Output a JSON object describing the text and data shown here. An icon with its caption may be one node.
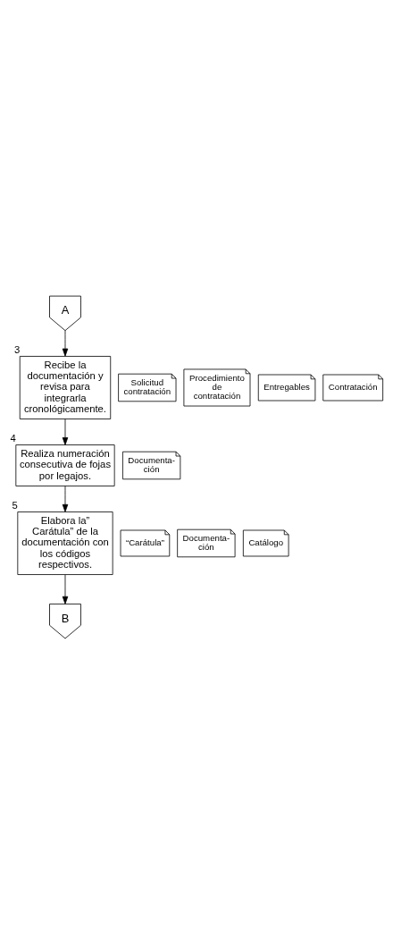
{
  "diagram": {
    "nodes": [
      {
        "text": [
          "A"
        ]
      },
      {
        "text": [
          "Recibe la documentación y revisa para integrarla cronológicamente."
        ],
        "beside": [
          "3"
        ]
      },
      {
        "text": [
          "Solicitud contratación"
        ]
      },
      {
        "text": [
          "Procedimiento de contratación"
        ]
      },
      {
        "text": [
          "Entregables"
        ]
      },
      {
        "text": [
          "Contratación"
        ]
      },
      {
        "text": [
          "Realiza numeración consecutiva de fojas por legajos."
        ],
        "beside": [
          "4"
        ]
      },
      {
        "text": [
          "Documenta- ción"
        ]
      },
      {
        "text": [
          "Elabora la” Carátula” de la documentación con los códigos respectivos."
        ],
        "beside": [
          "5"
        ]
      },
      {
        "text": [
          "“Carátula”"
        ]
      },
      {
        "text": [
          "Documenta- ción"
        ]
      },
      {
        "text": [
          "Catálogo"
        ]
      },
      {
        "text": [
          "B"
        ]
      }
    ],
    "edges": [
      {
        "from": 0,
        "to": 1,
        "arrow": "to"
      },
      {
        "from": 1,
        "to": 6,
        "arrow": "to"
      },
      {
        "from": 6,
        "to": 8,
        "arrow": "to"
      },
      {
        "from": 8,
        "to": 12,
        "arrow": "to"
      }
    ]
  }
}
